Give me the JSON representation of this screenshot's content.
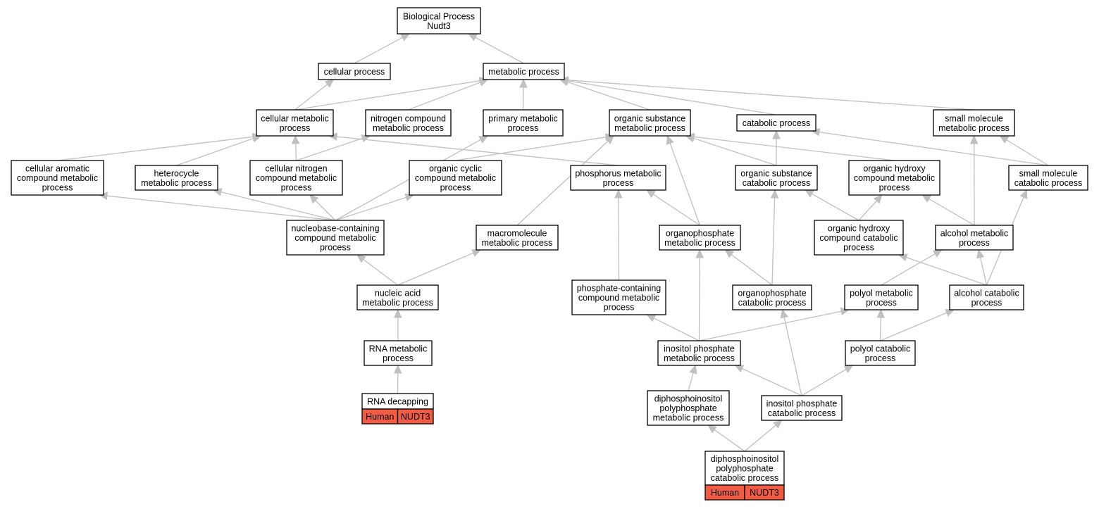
{
  "diagram": {
    "annotation_color": "#f25c45",
    "edge_color": "#c0c0c0",
    "nodes": [
      {
        "id": "bp",
        "lines": [
          "Biological Process",
          "Nudt3"
        ]
      },
      {
        "id": "cp",
        "lines": [
          "cellular process"
        ]
      },
      {
        "id": "mp",
        "lines": [
          "metabolic process"
        ]
      },
      {
        "id": "cmp",
        "lines": [
          "cellular metabolic",
          "process"
        ]
      },
      {
        "id": "ncmp",
        "lines": [
          "nitrogen compound",
          "metabolic process"
        ]
      },
      {
        "id": "pmp",
        "lines": [
          "primary metabolic",
          "process"
        ]
      },
      {
        "id": "osmp",
        "lines": [
          "organic substance",
          "metabolic process"
        ]
      },
      {
        "id": "catp",
        "lines": [
          "catabolic process"
        ]
      },
      {
        "id": "smmp",
        "lines": [
          "small molecule",
          "metabolic process"
        ]
      },
      {
        "id": "cacmp",
        "lines": [
          "cellular aromatic",
          "compound metabolic",
          "process"
        ]
      },
      {
        "id": "hmp",
        "lines": [
          "heterocycle",
          "metabolic process"
        ]
      },
      {
        "id": "cncmp",
        "lines": [
          "cellular nitrogen",
          "compound metabolic",
          "process"
        ]
      },
      {
        "id": "occmp",
        "lines": [
          "organic cyclic",
          "compound metabolic",
          "process"
        ]
      },
      {
        "id": "phmp",
        "lines": [
          "phosphorus metabolic",
          "process"
        ]
      },
      {
        "id": "oscp",
        "lines": [
          "organic substance",
          "catabolic process"
        ]
      },
      {
        "id": "ohcmp",
        "lines": [
          "organic hydroxy",
          "compound metabolic",
          "process"
        ]
      },
      {
        "id": "smcp",
        "lines": [
          "small molecule",
          "catabolic process"
        ]
      },
      {
        "id": "nbcmp",
        "lines": [
          "nucleobase-containing",
          "compound metabolic",
          "process"
        ]
      },
      {
        "id": "mmp",
        "lines": [
          "macromolecule",
          "metabolic process"
        ]
      },
      {
        "id": "opmp",
        "lines": [
          "organophosphate",
          "metabolic process"
        ]
      },
      {
        "id": "ohccp",
        "lines": [
          "organic hydroxy",
          "compound catabolic",
          "process"
        ]
      },
      {
        "id": "amp",
        "lines": [
          "alcohol metabolic",
          "process"
        ]
      },
      {
        "id": "namp",
        "lines": [
          "nucleic acid",
          "metabolic process"
        ]
      },
      {
        "id": "pccmp",
        "lines": [
          "phosphate-containing",
          "compound metabolic",
          "process"
        ]
      },
      {
        "id": "opcp",
        "lines": [
          "organophosphate",
          "catabolic process"
        ]
      },
      {
        "id": "polmp",
        "lines": [
          "polyol metabolic",
          "process"
        ]
      },
      {
        "id": "acp",
        "lines": [
          "alcohol catabolic",
          "process"
        ]
      },
      {
        "id": "rnamp",
        "lines": [
          "RNA metabolic",
          "process"
        ]
      },
      {
        "id": "ipmp",
        "lines": [
          "inositol phosphate",
          "metabolic process"
        ]
      },
      {
        "id": "polcp",
        "lines": [
          "polyol catabolic",
          "process"
        ]
      },
      {
        "id": "rnad",
        "lines": [
          "RNA decapping"
        ],
        "cells": [
          "Human",
          "NUDT3"
        ]
      },
      {
        "id": "dppmp",
        "lines": [
          "diphosphoinositol",
          "polyphosphate",
          "metabolic process"
        ]
      },
      {
        "id": "ipcp",
        "lines": [
          "inositol phosphate",
          "catabolic process"
        ]
      },
      {
        "id": "dppcp",
        "lines": [
          "diphosphoinositol",
          "polyphosphate",
          "catabolic process"
        ],
        "cells": [
          "Human",
          "NUDT3"
        ]
      }
    ],
    "edges": [
      [
        "cp",
        "bp"
      ],
      [
        "mp",
        "bp"
      ],
      [
        "cmp",
        "cp"
      ],
      [
        "cmp",
        "mp"
      ],
      [
        "ncmp",
        "mp"
      ],
      [
        "pmp",
        "mp"
      ],
      [
        "osmp",
        "mp"
      ],
      [
        "catp",
        "mp"
      ],
      [
        "smmp",
        "mp"
      ],
      [
        "cacmp",
        "cmp"
      ],
      [
        "hmp",
        "cmp"
      ],
      [
        "cncmp",
        "cmp"
      ],
      [
        "cncmp",
        "ncmp"
      ],
      [
        "phmp",
        "cmp"
      ],
      [
        "occmp",
        "osmp"
      ],
      [
        "oscp",
        "osmp"
      ],
      [
        "oscp",
        "catp"
      ],
      [
        "ohcmp",
        "osmp"
      ],
      [
        "smcp",
        "catp"
      ],
      [
        "smcp",
        "smmp"
      ],
      [
        "nbcmp",
        "cacmp"
      ],
      [
        "nbcmp",
        "hmp"
      ],
      [
        "nbcmp",
        "cncmp"
      ],
      [
        "nbcmp",
        "occmp"
      ],
      [
        "nbcmp",
        "pmp"
      ],
      [
        "mmp",
        "osmp"
      ],
      [
        "opmp",
        "phmp"
      ],
      [
        "opmp",
        "osmp"
      ],
      [
        "ohccp",
        "oscp"
      ],
      [
        "ohccp",
        "ohcmp"
      ],
      [
        "amp",
        "ohcmp"
      ],
      [
        "amp",
        "smmp"
      ],
      [
        "namp",
        "nbcmp"
      ],
      [
        "namp",
        "mmp"
      ],
      [
        "pccmp",
        "phmp"
      ],
      [
        "opcp",
        "opmp"
      ],
      [
        "opcp",
        "oscp"
      ],
      [
        "polmp",
        "amp"
      ],
      [
        "acp",
        "amp"
      ],
      [
        "acp",
        "ohccp"
      ],
      [
        "acp",
        "smcp"
      ],
      [
        "rnamp",
        "namp"
      ],
      [
        "ipmp",
        "pccmp"
      ],
      [
        "ipmp",
        "opmp"
      ],
      [
        "ipmp",
        "polmp"
      ],
      [
        "polcp",
        "polmp"
      ],
      [
        "polcp",
        "acp"
      ],
      [
        "rnad",
        "rnamp"
      ],
      [
        "dppmp",
        "ipmp"
      ],
      [
        "ipcp",
        "ipmp"
      ],
      [
        "ipcp",
        "polcp"
      ],
      [
        "ipcp",
        "opcp"
      ],
      [
        "dppcp",
        "dppmp"
      ],
      [
        "dppcp",
        "ipcp"
      ]
    ]
  }
}
